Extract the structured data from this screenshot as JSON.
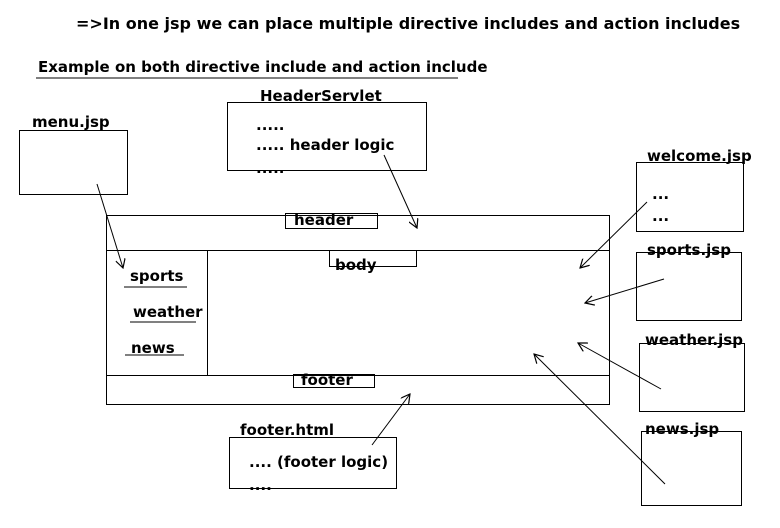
{
  "heading": "=>In one jsp we can  place multiple directive includes and action includes",
  "subheading": "Example on both directive include and action include",
  "menu_file": {
    "title": "menu.jsp"
  },
  "header_servlet": {
    "title": "HeaderServlet",
    "line1": ".....",
    "line2": "..... header logic",
    "line3": "....."
  },
  "layout": {
    "header": "header",
    "body": "body",
    "footer": "footer",
    "menu_items": [
      "sports",
      "weather",
      "news"
    ]
  },
  "welcome_file": {
    "title": "welcome.jsp",
    "line1": "...",
    "line2": "..."
  },
  "sports_file": {
    "title": "sports.jsp"
  },
  "weather_file": {
    "title": "weather.jsp"
  },
  "news_file": {
    "title": "news.jsp"
  },
  "footer_file": {
    "title": "footer.html",
    "line1": ".... (footer logic)",
    "line2": "...."
  }
}
